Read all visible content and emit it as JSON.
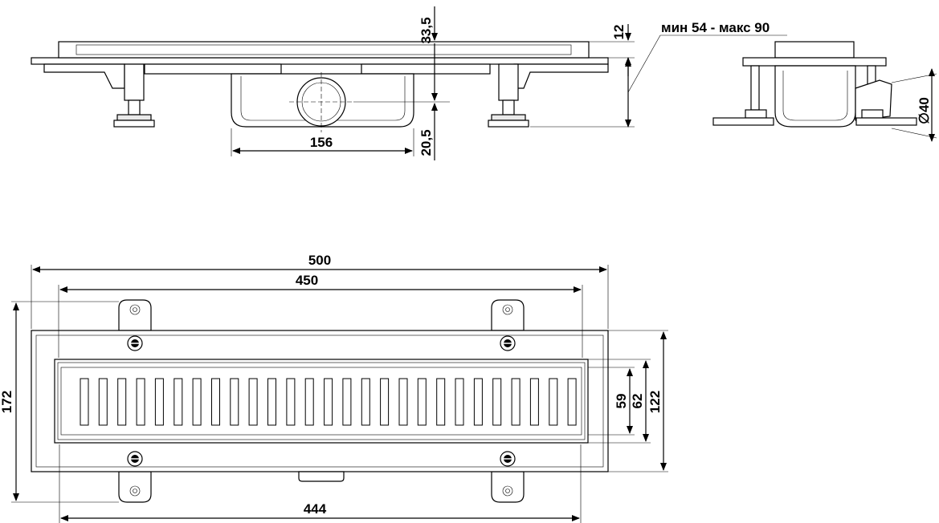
{
  "drawing": {
    "labels": {
      "overall_length": "500",
      "grate_length": "450",
      "bottom_length": "444",
      "overall_width": "172",
      "frame_width": "122",
      "grate_width": "62",
      "slot_width": "59",
      "flange_height": "12",
      "top_height": "33,5",
      "body_height": "20,5",
      "body_length": "156",
      "install_height": "мин 54 - макс 90",
      "outlet_diameter": "40",
      "diameter_symbol": "∅"
    }
  }
}
